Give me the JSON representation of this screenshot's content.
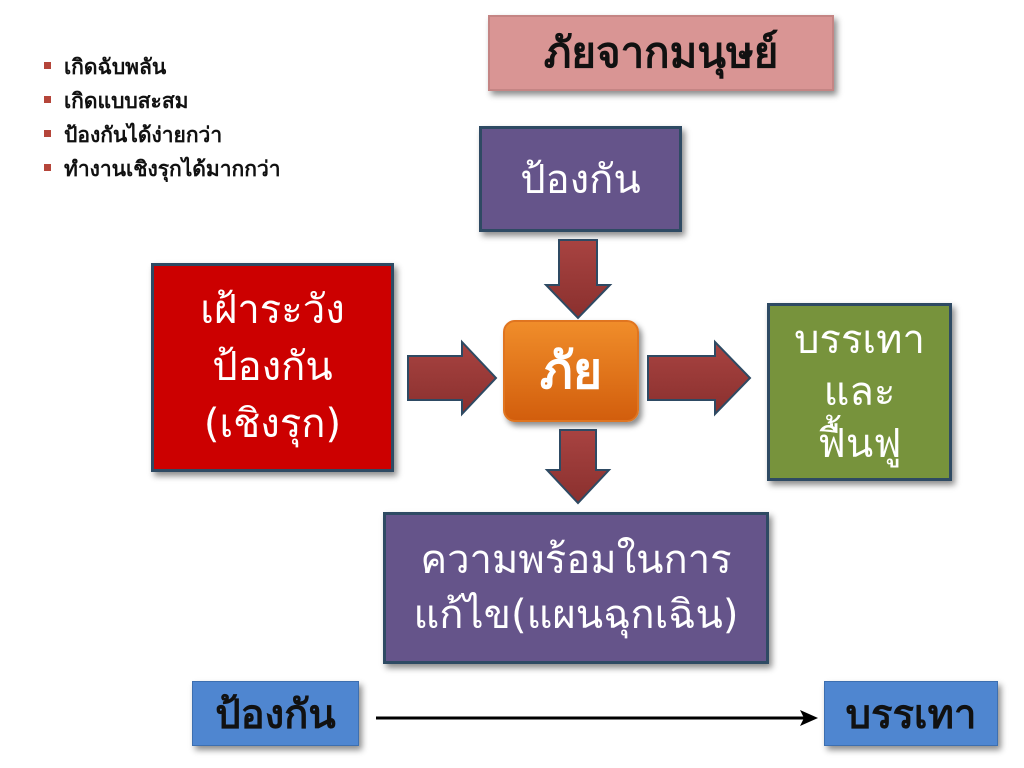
{
  "bullets": [
    "เกิดฉับพลัน",
    "เกิดแบบสะสม",
    "ป้องกันได้ง่ายกว่า",
    "ทำงานเชิงรุกได้มากกว่า"
  ],
  "title": "ภัยจากมนุษย์",
  "boxes": {
    "prevention": "ป้องกัน",
    "surveillance": [
      "เฝ้าระวัง",
      "ป้องกัน",
      "(เชิงรุก)"
    ],
    "hazard": "ภัย",
    "mitigation": [
      "บรรเทา",
      "และ",
      "ฟื้นฟู"
    ],
    "preparedness": [
      "ความพร้อมในการ",
      "แก้ไข(แผนฉุกเฉิน)"
    ]
  },
  "scale": {
    "start": "ป้องกัน",
    "end": "บรรเทา"
  },
  "colors": {
    "title_bg": "#d99594",
    "purple": "#65548a",
    "red": "#cc0000",
    "orange": "#e46c0a",
    "green": "#77933c",
    "blue": "#4f86d0",
    "arrow": "#953735"
  }
}
